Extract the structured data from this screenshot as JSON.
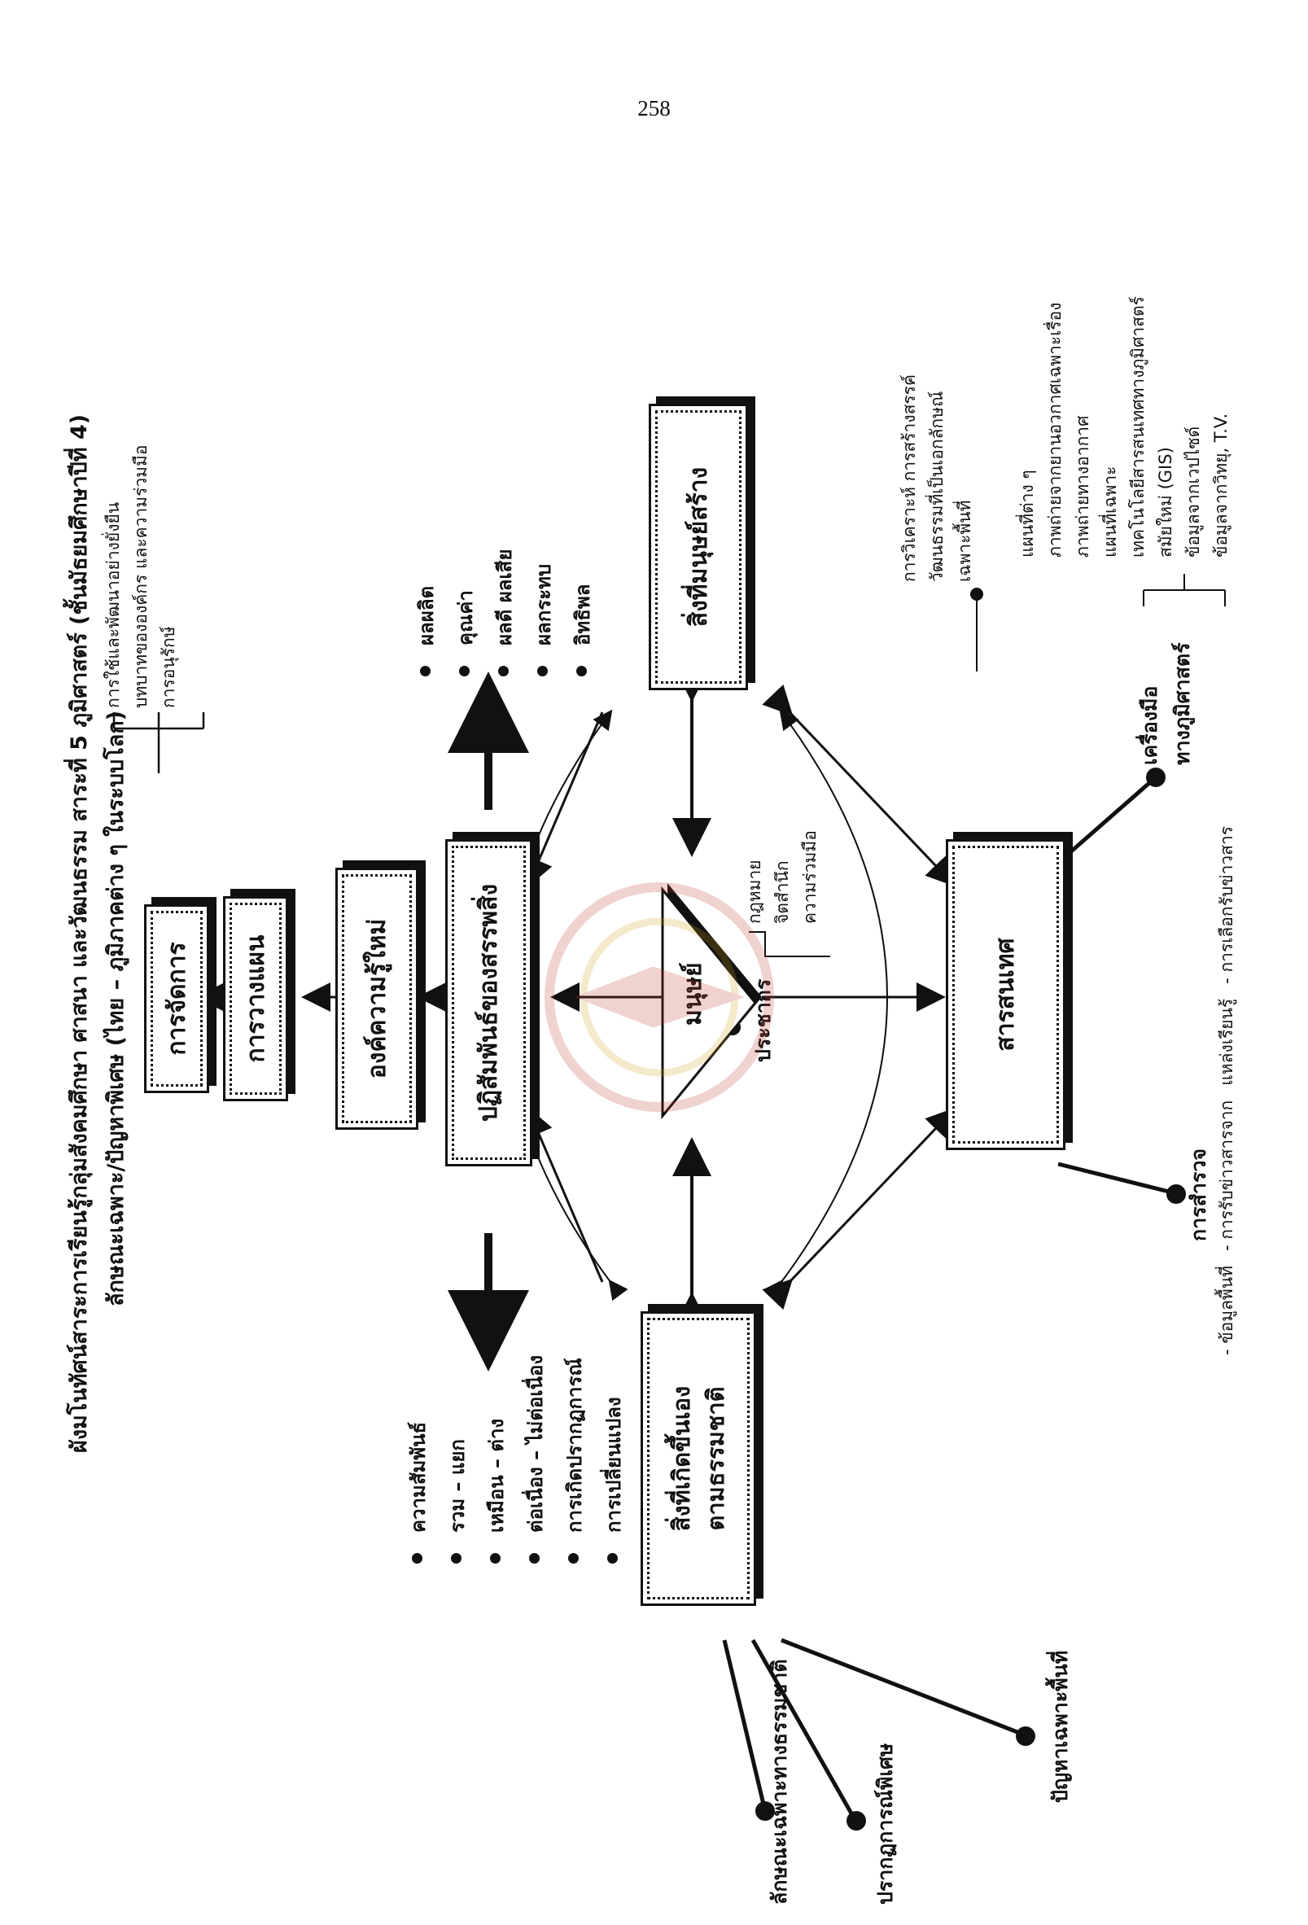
{
  "page_number": "258",
  "title": "ผังมโนทัศน์สาระการเรียนรู้กลุ่มสังคมศึกษา ศาสนา และวัฒนธรรม สาระที่ 5 ภูมิศาสตร์ (ชั้นมัธยมศึกษาปีที่ 4)",
  "subtitle": "ลักษณะเฉพาะ/ปัญหาพิเศษ (ไทย – ภูมิภาคต่าง ๆ ในระบบโลก)",
  "nodes": {
    "management": "การจัดการ",
    "planning": "การวางแผน",
    "new_knowledge": "องค์ความรู้ใหม่",
    "interaction": "ปฏิสัมพันธ์ของสรรพสิ่ง",
    "human": "มนุษย์",
    "natural_top": "สิ่งที่เกิดขึ้นเอง",
    "natural_bottom": "ตามธรรมชาติ",
    "manmade": "สิ่งที่มนุษย์สร้าง",
    "information": "สารสนเทศ"
  },
  "management_items": [
    "การใช้และพัฒนาอย่างยั่งยืน",
    "บทบาทขององค์กร และความร่วมมือ",
    "การอนุรักษ์"
  ],
  "interaction_left_items": [
    "ความสัมพันธ์",
    "รวม – แยก",
    "เหมือน – ต่าง",
    "ต่อเนื่อง – ไม่ต่อเนื่อง",
    "การเกิดปรากฏการณ์",
    "การเปลี่ยนแปลง"
  ],
  "interaction_right_items": [
    "ผลผลิต",
    "คุณค่า",
    "ผลดี ผลเสีย",
    "ผลกระทบ",
    "อิทธิพล"
  ],
  "population": {
    "label": "ประชากร",
    "items": [
      "กฎหมาย",
      "จิตสำนึก",
      "ความร่วมมือ"
    ]
  },
  "natural_features": [
    "ลักษณะเฉพาะทางธรรมชาติ",
    "ปรากฏการณ์พิเศษ",
    "ปัญหาเฉพาะพื้นที่"
  ],
  "manmade_note": [
    "การวิเคราะห์ การสร้างสรรค์",
    "วัฒนธรรมที่เป็นเอกลักษณ์",
    "เฉพาะพื้นที่"
  ],
  "survey": {
    "label": "การสำรวจ",
    "items": [
      "- ข้อมูลพื้นที่",
      "- การรับข่าวสารจาก",
      "  แหล่งเรียนรู้",
      "- การเลือกรับข่าวสาร"
    ]
  },
  "geo_tools": {
    "label_1": "เครื่องมือ",
    "label_2": "ทางภูมิศาสตร์",
    "items": [
      "แผนที่ต่าง ๆ",
      "ภาพถ่ายจากยานอวกาศเฉพาะเรื่อง",
      "ภาพถ่ายทางอากาศ",
      "แผนที่เฉพาะ",
      "เทคโนโลยีสารสนเทศทางภูมิศาสตร์",
      "สมัยใหม่ (GIS)",
      "ข้อมูลจากเวปไซด์",
      "ข้อมูลจากวิทยุ, T.V."
    ]
  }
}
